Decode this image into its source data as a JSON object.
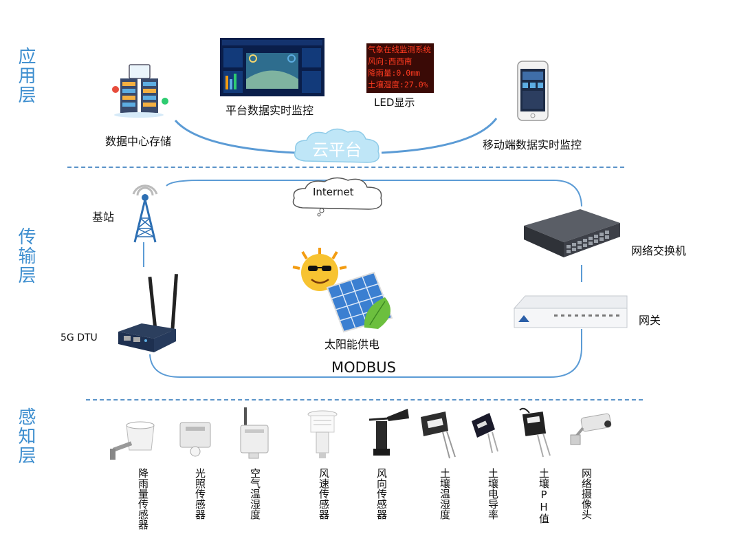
{
  "layers": {
    "application": "应用层",
    "transport": "传输层",
    "perception": "感知层"
  },
  "application": {
    "data_center": "数据中心存储",
    "platform_monitor": "平台数据实时监控",
    "led_display": "LED显示",
    "led_text": [
      "气象在线监测系统",
      "风向:西西南",
      "降雨量:0.0mm",
      "土壤湿度:27.0%"
    ],
    "mobile_monitor": "移动端数据实时监控",
    "cloud": "云平台"
  },
  "transport": {
    "internet": "Internet",
    "base_station": "基站",
    "switch": "网络交换机",
    "gateway": "网关",
    "dtu": "5G DTU",
    "solar": "太阳能供电",
    "bus": "MODBUS"
  },
  "sensors": [
    {
      "label": "降雨量传感器",
      "icon": "rain-gauge-icon"
    },
    {
      "label": "光照传感器",
      "icon": "light-sensor-icon"
    },
    {
      "label": "空气温湿度",
      "icon": "air-temp-humidity-icon"
    },
    {
      "label": "风速传感器",
      "icon": "wind-speed-icon"
    },
    {
      "label": "风向传感器",
      "icon": "wind-direction-icon"
    },
    {
      "label": "土壤温湿度",
      "icon": "soil-temp-humidity-icon"
    },
    {
      "label": "土壤电导率",
      "icon": "soil-conductivity-icon"
    },
    {
      "label": "土壤PH值",
      "icon": "soil-ph-icon"
    },
    {
      "label": "网络摄像头",
      "icon": "network-camera-icon"
    }
  ],
  "colors": {
    "layer_label": "#3d8ecf",
    "divider": "#5a93c8",
    "cloud_fill": "#bfe6f7",
    "line": "#5b9bd5"
  }
}
